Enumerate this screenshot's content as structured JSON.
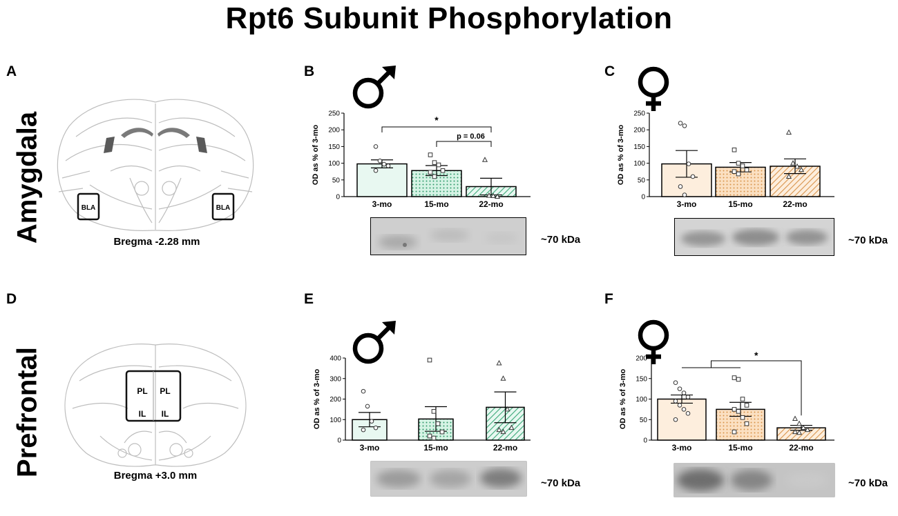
{
  "figure_title": "Rpt6 Subunit Phosphorylation",
  "panels": {
    "A": "A",
    "B": "B",
    "C": "C",
    "D": "D",
    "E": "E",
    "F": "F"
  },
  "rows": {
    "top": "Amygdala",
    "bottom": "Prefrontal"
  },
  "brain_labels": {
    "bla_left": "BLA",
    "bla_right": "BLA",
    "bregma_top": "Bregma -2.28 mm",
    "pl_left": "PL",
    "pl_right": "PL",
    "il_left": "IL",
    "il_right": "IL",
    "bregma_bottom": "Bregma +3.0 mm"
  },
  "blot_label": "~70 kDa",
  "colors": {
    "male_fill": "#e8f8f1",
    "male_hatch": "#3aa878",
    "female_fill": "#fdeedd",
    "female_hatch": "#d9944c",
    "axis": "#000000"
  },
  "chart_data": [
    {
      "panel": "B",
      "type": "bar",
      "sex": "male",
      "ylabel": "OD as % of 3-mo",
      "ylim": [
        0,
        250
      ],
      "yticks": [
        0,
        50,
        100,
        150,
        200,
        250
      ],
      "categories": [
        "3-mo",
        "15-mo",
        "22-mo"
      ],
      "values": [
        98,
        78,
        30
      ],
      "sem": [
        12,
        15,
        25
      ],
      "points": [
        [
          150,
          107,
          97,
          92,
          78
        ],
        [
          125,
          102,
          95,
          78,
          73,
          60
        ],
        [
          110,
          3,
          2,
          0
        ]
      ],
      "annotations": [
        {
          "label": "*",
          "from": 0,
          "to": 2
        },
        {
          "label": "p = 0.06",
          "from": 1,
          "to": 2
        }
      ]
    },
    {
      "panel": "C",
      "type": "bar",
      "sex": "female",
      "ylabel": "OD as % of 3-mo",
      "ylim": [
        0,
        250
      ],
      "yticks": [
        0,
        50,
        100,
        150,
        200,
        250
      ],
      "categories": [
        "3-mo",
        "15-mo",
        "22-mo"
      ],
      "values": [
        98,
        88,
        91
      ],
      "sem": [
        40,
        14,
        22
      ],
      "points": [
        [
          220,
          212,
          98,
          60,
          30,
          5
        ],
        [
          140,
          100,
          92,
          80,
          75,
          68
        ],
        [
          192,
          100,
          90,
          80,
          60
        ]
      ],
      "annotations": []
    },
    {
      "panel": "E",
      "type": "bar",
      "sex": "male",
      "ylabel": "OD as % of 3-mo",
      "ylim": [
        0,
        400
      ],
      "yticks": [
        0,
        100,
        200,
        300,
        400
      ],
      "categories": [
        "3-mo",
        "15-mo",
        "22-mo"
      ],
      "values": [
        100,
        103,
        160
      ],
      "sem": [
        35,
        60,
        75
      ],
      "points": [
        [
          238,
          165,
          92,
          60,
          50
        ],
        [
          390,
          140,
          80,
          40,
          20,
          10
        ],
        [
          375,
          300,
          150,
          60,
          50,
          40
        ]
      ],
      "annotations": []
    },
    {
      "panel": "F",
      "type": "bar",
      "sex": "female",
      "ylabel": "OD as % of 3-mo",
      "ylim": [
        0,
        200
      ],
      "yticks": [
        0,
        50,
        100,
        150,
        200
      ],
      "categories": [
        "3-mo",
        "15-mo",
        "22-mo"
      ],
      "values": [
        100,
        75,
        30
      ],
      "sem": [
        10,
        17,
        6
      ],
      "points": [
        [
          140,
          125,
          115,
          105,
          95,
          85,
          75,
          65,
          50
        ],
        [
          152,
          148,
          100,
          85,
          75,
          70,
          55,
          40,
          20
        ],
        [
          52,
          40,
          30,
          25,
          20,
          18
        ]
      ],
      "annotations": [
        {
          "label": "*",
          "from": 0,
          "to": 2,
          "combined": [
            0,
            1
          ]
        }
      ]
    }
  ]
}
